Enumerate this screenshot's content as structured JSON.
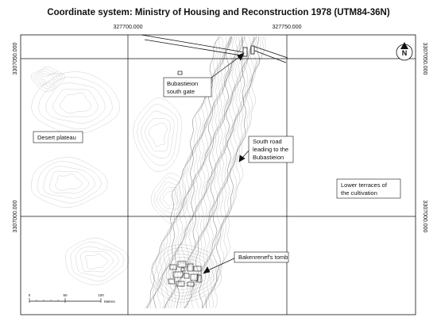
{
  "title": "Coordinate system: Ministry of Housing and Reconstruction 1978 (UTM84-36N)",
  "grid": {
    "easting_labels": [
      "327700.000",
      "327750.000"
    ],
    "northing_labels": [
      "3307050.000",
      "3307000.000"
    ]
  },
  "labels": {
    "south_gate": [
      "Bubastieion",
      "south gate"
    ],
    "desert": [
      "Desert plateau"
    ],
    "south_road": [
      "South road",
      "leading to the",
      "Bubastieion"
    ],
    "terraces": [
      "Lower terraces of",
      "the cultivation"
    ],
    "tomb": [
      "Bakenrenef's tomb"
    ]
  },
  "north_arrow": {
    "letter": "N"
  },
  "scale_bar": {
    "ticks": [
      "0",
      "50",
      "100"
    ],
    "unit": "Metres"
  }
}
